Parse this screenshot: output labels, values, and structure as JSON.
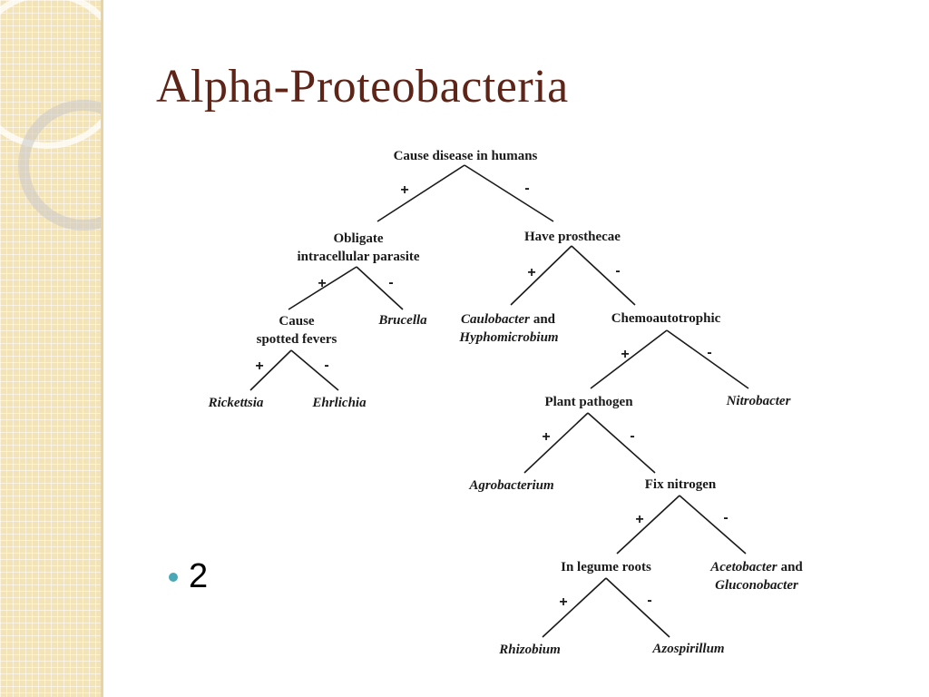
{
  "slide": {
    "title": "Alpha-Proteobacteria",
    "bullet": "2"
  },
  "tree": {
    "root": "Cause disease in humans",
    "obligate_line1": "Obligate",
    "obligate_line2": "intracellular parasite",
    "prosthecae": "Have prosthecae",
    "spotted_line1": "Cause",
    "spotted_line2": "spotted fevers",
    "brucella": "Brucella",
    "caulobacter": "Caulobacter",
    "and_1": "and",
    "hyphomicrobium": "Hyphomicrobium",
    "chemo": "Chemoautotrophic",
    "rickettsia": "Rickettsia",
    "ehrlichia": "Ehrlichia",
    "plant_pathogen": "Plant pathogen",
    "nitrobacter": "Nitrobacter",
    "agrobacterium": "Agrobacterium",
    "fix_nitrogen": "Fix nitrogen",
    "legume": "In legume roots",
    "acetobacter": "Acetobacter",
    "and_2": "and",
    "gluconobacter": "Gluconobacter",
    "rhizobium": "Rhizobium",
    "azospirillum": "Azospirillum",
    "plus": "+",
    "minus": "-"
  },
  "colors": {
    "title": "#5e2418",
    "bullet": "#4aa7b7",
    "sidebar": "#f3e3b8"
  }
}
